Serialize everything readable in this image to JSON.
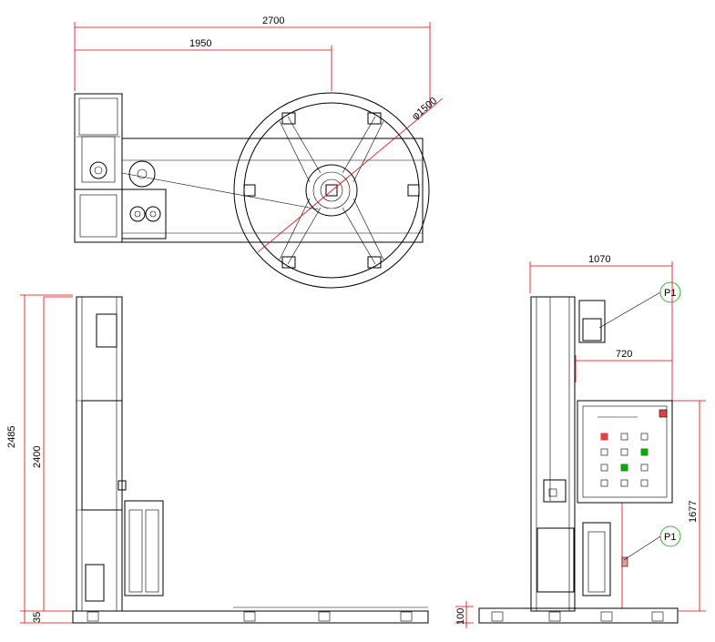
{
  "dimensions": {
    "top_total_width": "2700",
    "top_partial_width": "1950",
    "turntable_diameter": "φ1500",
    "left_total_height": "2485",
    "left_column_height": "2400",
    "left_base_height": "35",
    "right_reach": "1070",
    "right_arm": "720",
    "right_panel_height": "1677",
    "right_base_height": "100"
  },
  "callouts": {
    "upper_callout": "P1",
    "lower_callout": "P1"
  }
}
